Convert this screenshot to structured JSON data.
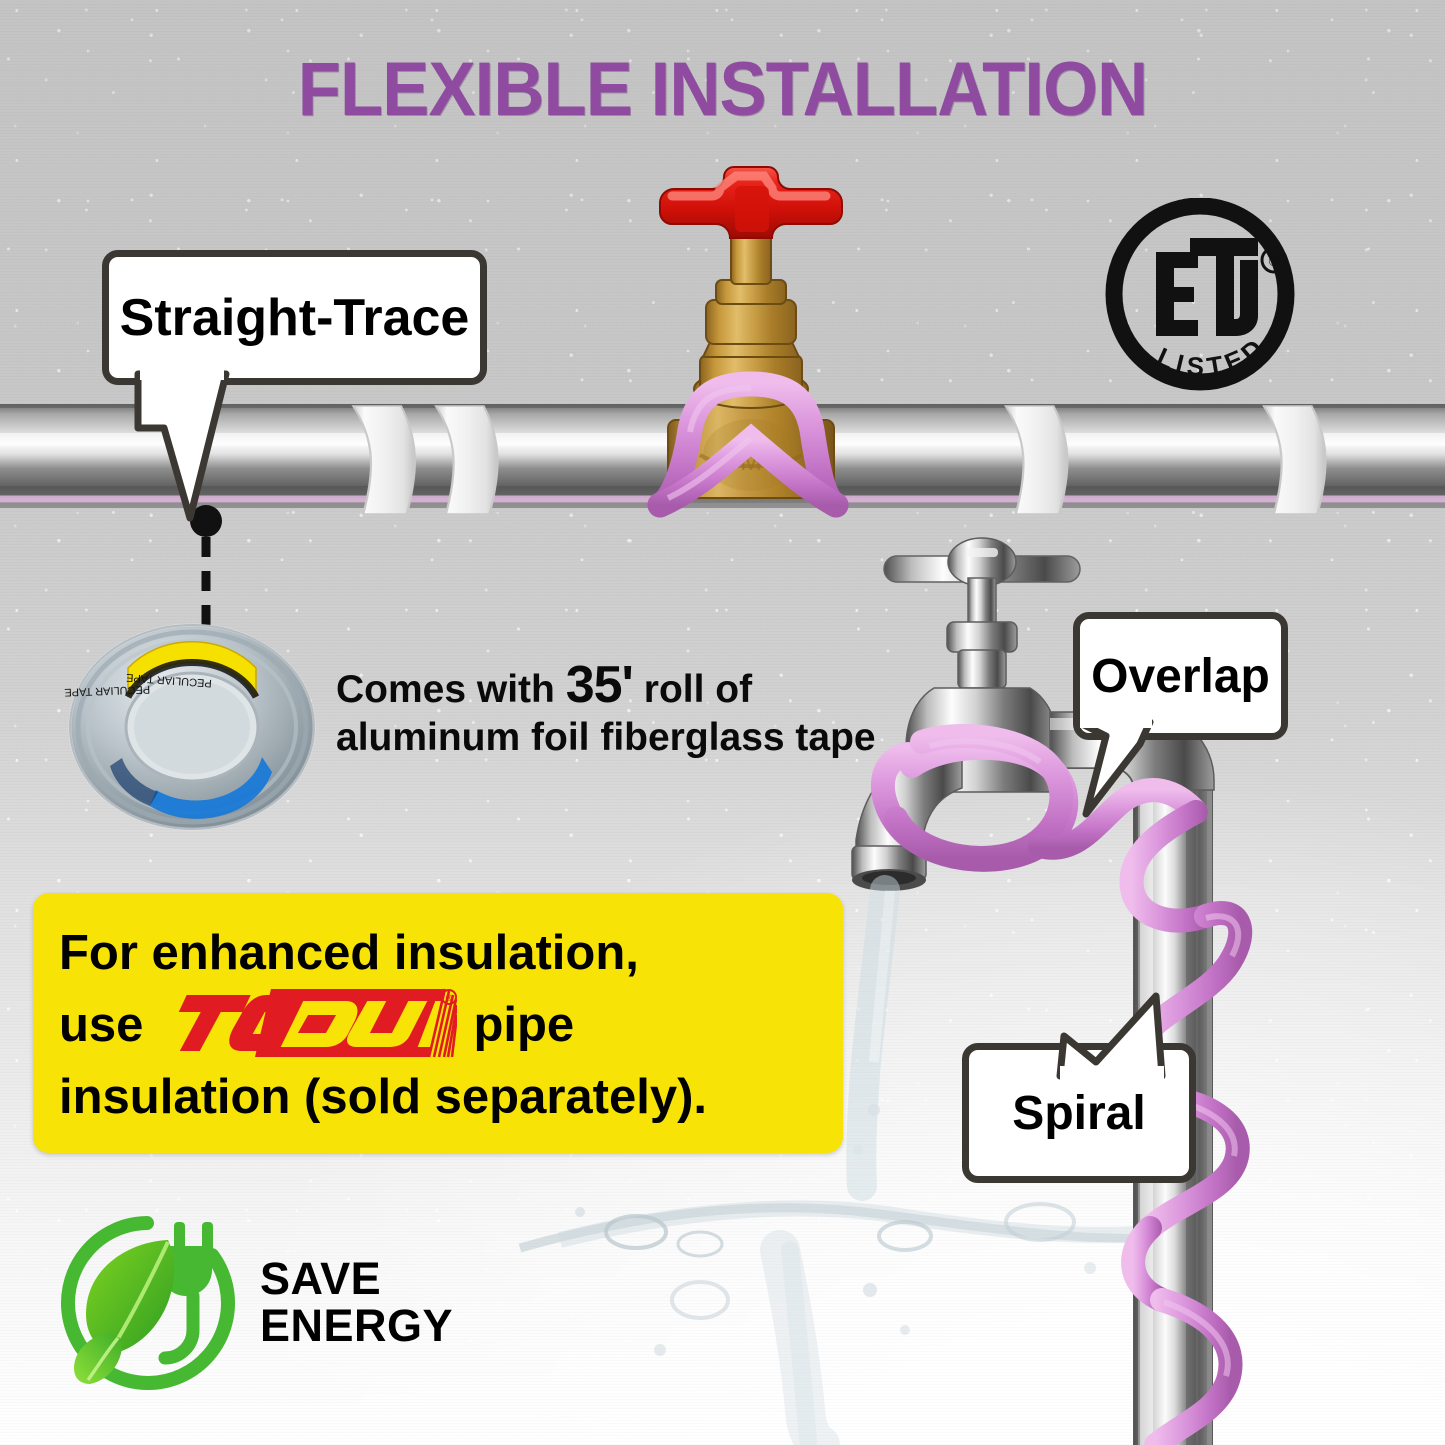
{
  "header": {
    "title": "FLEXIBLE INSTALLATION",
    "title_color": "#8e4ba0"
  },
  "certification": {
    "name": "etl-listed-badge",
    "mark": "ETL",
    "registered": "®",
    "listed": "LISTED"
  },
  "callouts": [
    {
      "id": "straight-trace",
      "label": "Straight-Trace"
    },
    {
      "id": "overlap",
      "label": "Overlap"
    },
    {
      "id": "spiral",
      "label": "Spiral"
    }
  ],
  "tape_note": {
    "lead": "Comes with",
    "length": "35'",
    "mid": "roll of",
    "line2": "aluminum foil fiberglass tape",
    "roll_label": "PECULIAR TAPE"
  },
  "banner": {
    "line1": "For enhanced insulation,",
    "line2_pre": "use",
    "line2_post": "pipe",
    "line3": "insulation (sold separately).",
    "brand": {
      "top": "TOP",
      "dure": "DURE",
      "registered": "®"
    },
    "bg_color": "#f8e306",
    "brand_red": "#e01b22",
    "brand_yellow": "#f8e306"
  },
  "save_energy": {
    "line1": "SAVE",
    "line2": "ENERGY",
    "icon": "leaf-plug-eco-icon",
    "green": "#46b938"
  },
  "artwork": {
    "heat_cable_color": "#d98fd6",
    "pipe_color": "#9a9a9a",
    "valve_brass": "#c79a3a",
    "valve_handle_red": "#e01b10",
    "tape_strap_color": "#f2f2f2",
    "parts": [
      "horizontal-chrome-pipe",
      "brass-gate-valve",
      "red-handwheel",
      "chrome-faucet",
      "vertical-chrome-pipe",
      "heat-trace-cable",
      "foil-tape-straps",
      "aluminum-tape-roll",
      "water-stream",
      "water-splash"
    ]
  }
}
